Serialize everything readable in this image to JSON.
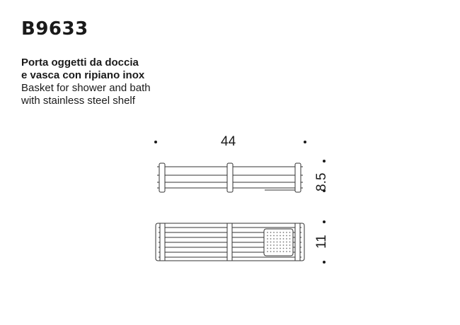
{
  "product": {
    "code": "B9633",
    "description_it": [
      "Porta oggetti da doccia",
      "e vasca con ripiano inox"
    ],
    "description_en": [
      "Basket for shower and bath",
      "with stainless steel shelf"
    ]
  },
  "dimensions": {
    "width": "44",
    "height_front": "8.5",
    "depth_top": "11"
  }
}
